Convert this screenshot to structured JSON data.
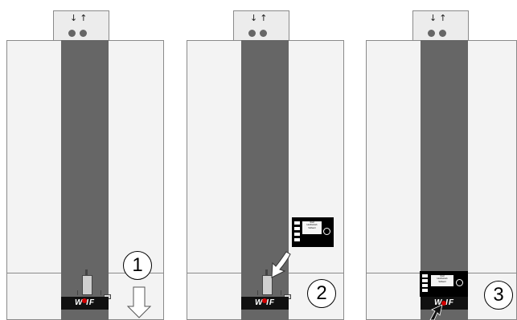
{
  "panels": [
    {
      "brand": "W  IF",
      "step": "1"
    },
    {
      "brand": "W  IF",
      "step": "2"
    },
    {
      "brand": "W  IF",
      "step": "3"
    }
  ],
  "pipe_arrows": "↓↑",
  "controller_screen": [
    "Wolf",
    "Heizbetrieb",
    "Sollwert"
  ],
  "colors": {
    "stripe": "#666666",
    "body": "#f3f3f3",
    "logo_red": "#d40000",
    "outline": "#8a8a8a"
  },
  "icons": [
    "pipe-arrow-icon",
    "insert-arrow-icon",
    "controller-icon",
    "rotary-knob-icon"
  ]
}
